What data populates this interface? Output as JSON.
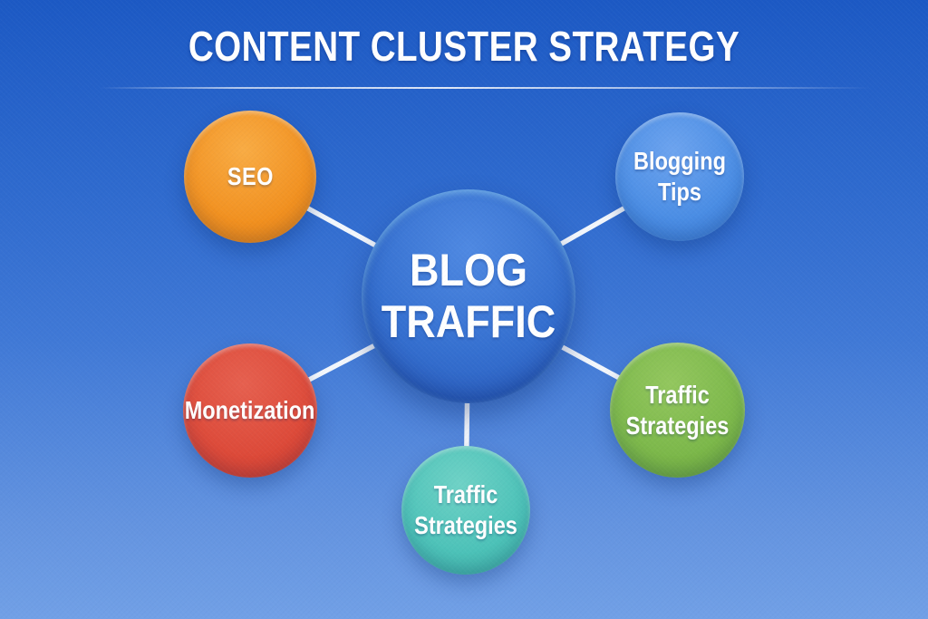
{
  "title": "CONTENT CLUSTER STRATEGY",
  "center": {
    "label": "BLOG TRAFFIC",
    "color": "#3570d0"
  },
  "nodes": [
    {
      "id": "seo",
      "label": "SEO",
      "color": "#f29120"
    },
    {
      "id": "blogging-tips",
      "label": "Blogging Tips",
      "color": "#4a8de4"
    },
    {
      "id": "monetization",
      "label": "Monetization",
      "color": "#dd4a39"
    },
    {
      "id": "traffic-strategies-bottom",
      "label": "Traffic Strategies",
      "color": "#4cc2b8"
    },
    {
      "id": "traffic-strategies-right",
      "label": "Traffic Strategies",
      "color": "#7cb84a"
    }
  ],
  "background": {
    "top": "#1c59c4",
    "bottom": "#71a0e6",
    "connector": "#f3f7fc",
    "text": "#ffffff"
  }
}
